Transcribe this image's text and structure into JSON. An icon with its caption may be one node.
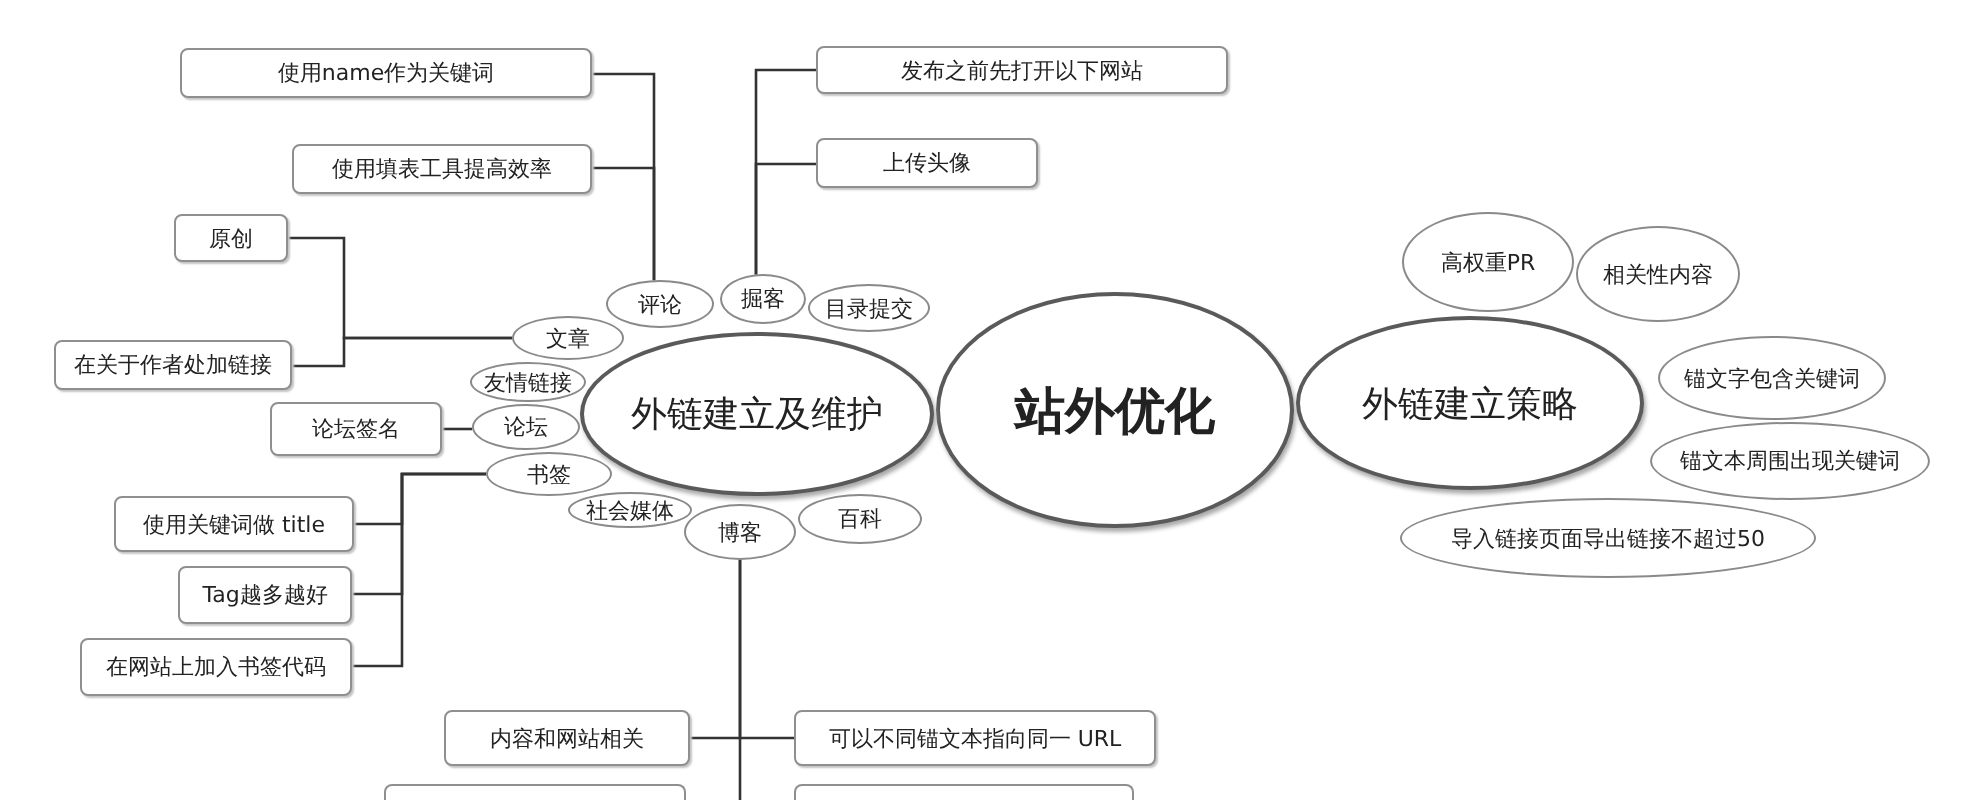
{
  "diagram": {
    "nodes": [
      {
        "text": [
          "站外优化"
        ]
      },
      {
        "text": [
          "外链建立及维护"
        ]
      },
      {
        "text": [
          "外链建立策略"
        ]
      },
      {
        "text": [
          "评论"
        ]
      },
      {
        "text": [
          "掘客"
        ]
      },
      {
        "text": [
          "目录提交"
        ]
      },
      {
        "text": [
          "文章"
        ]
      },
      {
        "text": [
          "友情链接"
        ]
      },
      {
        "text": [
          "论坛"
        ]
      },
      {
        "text": [
          "书签"
        ]
      },
      {
        "text": [
          "社会媒体"
        ]
      },
      {
        "text": [
          "博客"
        ]
      },
      {
        "text": [
          "百科"
        ]
      },
      {
        "text": [
          "高权重PR"
        ]
      },
      {
        "text": [
          "相关性内容"
        ]
      },
      {
        "text": [
          "锚文字包含关键词"
        ]
      },
      {
        "text": [
          "锚文本周围出现关键词"
        ]
      },
      {
        "text": [
          "导入链接页面导出链接不超过50"
        ]
      },
      {
        "text": [
          "使用name作为关键词"
        ]
      },
      {
        "text": [
          "使用填表工具提高效率"
        ]
      },
      {
        "text": [
          "发布之前先打开以下网站"
        ]
      },
      {
        "text": [
          "上传头像"
        ]
      },
      {
        "text": [
          "原创"
        ]
      },
      {
        "text": [
          "在关于作者处加链接"
        ]
      },
      {
        "text": [
          "论坛签名"
        ]
      },
      {
        "text": [
          "使用关键词做 title"
        ]
      },
      {
        "text": [
          "Tag越多越好"
        ]
      },
      {
        "text": [
          "在网站上加入书签代码"
        ]
      },
      {
        "text": [
          "内容和网站相关"
        ]
      },
      {
        "text": [
          "可以不同锚文本指向同一 URL"
        ]
      },
      {
        "text": [],
        "shape": "box"
      },
      {
        "text": [],
        "shape": "box"
      }
    ],
    "edges": [
      {
        "from": 3,
        "to": 18,
        "arrow": "none"
      },
      {
        "from": 3,
        "to": 19,
        "arrow": "none"
      },
      {
        "from": 4,
        "to": 20,
        "arrow": "none"
      },
      {
        "from": 4,
        "to": 21,
        "arrow": "none"
      },
      {
        "from": 6,
        "to": 22,
        "arrow": "none"
      },
      {
        "from": 6,
        "to": 23,
        "arrow": "none"
      },
      {
        "from": 8,
        "to": 24,
        "arrow": "none"
      },
      {
        "from": 9,
        "to": 25,
        "arrow": "none"
      },
      {
        "from": 9,
        "to": 26,
        "arrow": "none"
      },
      {
        "from": 9,
        "to": 27,
        "arrow": "none"
      },
      {
        "from": 11,
        "to": 28,
        "arrow": "none"
      },
      {
        "from": 11,
        "to": 29,
        "arrow": "none"
      }
    ]
  }
}
